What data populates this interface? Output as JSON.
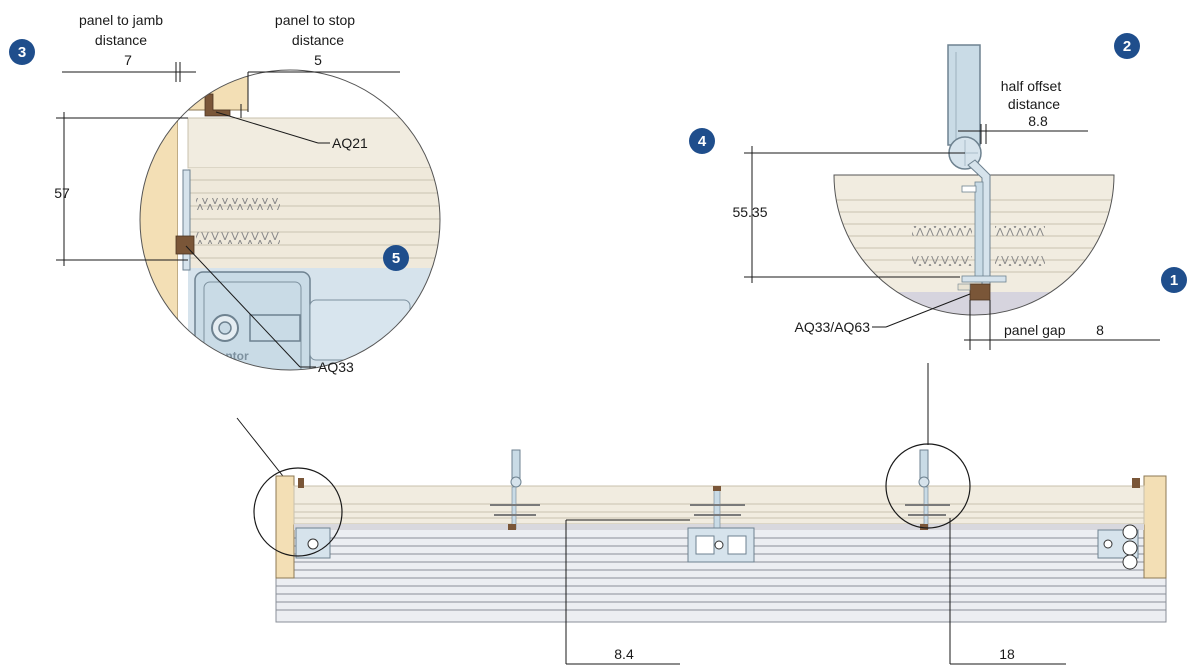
{
  "callout_badges": [
    {
      "id": "badge-1",
      "text": "1"
    },
    {
      "id": "badge-2",
      "text": "2"
    },
    {
      "id": "badge-3",
      "text": "3"
    },
    {
      "id": "badge-4",
      "text": "4"
    },
    {
      "id": "badge-5",
      "text": "5"
    }
  ],
  "detail_left": {
    "panel_to_jamb_line1": "panel to jamb",
    "panel_to_jamb_line2": "distance",
    "panel_to_jamb_value": "7",
    "panel_to_stop_line1": "panel to stop",
    "panel_to_stop_line2": "distance",
    "panel_to_stop_value": "5",
    "height_value": "57",
    "part_top": "AQ21",
    "part_bottom": "AQ33",
    "brand": "centor"
  },
  "detail_right": {
    "half_offset_line1": "half offset",
    "half_offset_line2": "distance",
    "half_offset_value": "8.8",
    "height_value": "55.35",
    "part": "AQ33/AQ63",
    "panel_gap_label": "panel gap",
    "panel_gap_value": "8"
  },
  "plan": {
    "dim_a": "8.4",
    "dim_b": "18"
  },
  "colors": {
    "badge": "#1f4e8c",
    "jamb": "#f3dfb5",
    "panel": "#f1ece0",
    "bracket": "#7a5638",
    "hardware": "#c9dbe6",
    "line": "#1a1a1a"
  }
}
